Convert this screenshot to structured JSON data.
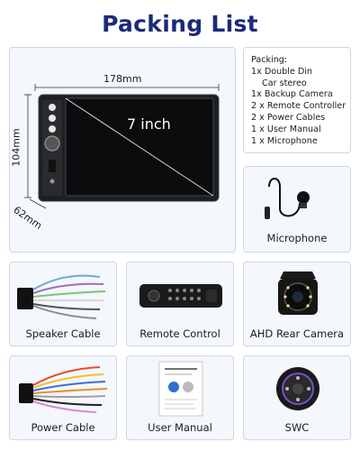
{
  "title": "Packing List",
  "dimensions": {
    "width": "178mm",
    "height": "104mm",
    "depth": "62mm",
    "screen": "7 inch"
  },
  "packing": {
    "heading": "Packing:",
    "items": [
      "1x Double Din",
      "Car stereo",
      "1x Backup Camera",
      "2 x Remote Controller",
      "2 x Power Cables",
      "1 x User Manual",
      "1 x Microphone"
    ]
  },
  "labels": {
    "microphone": "Microphone",
    "speaker_cable": "Speaker Cable",
    "remote_control": "Remote Control",
    "rear_camera": "AHD Rear Camera",
    "power_cable": "Power Cable",
    "user_manual": "User Manual",
    "swc": "SWC"
  },
  "colors": {
    "title": "#1b2a7a",
    "card_bg": "#f4f7fc",
    "card_border": "#cfd6e4"
  }
}
